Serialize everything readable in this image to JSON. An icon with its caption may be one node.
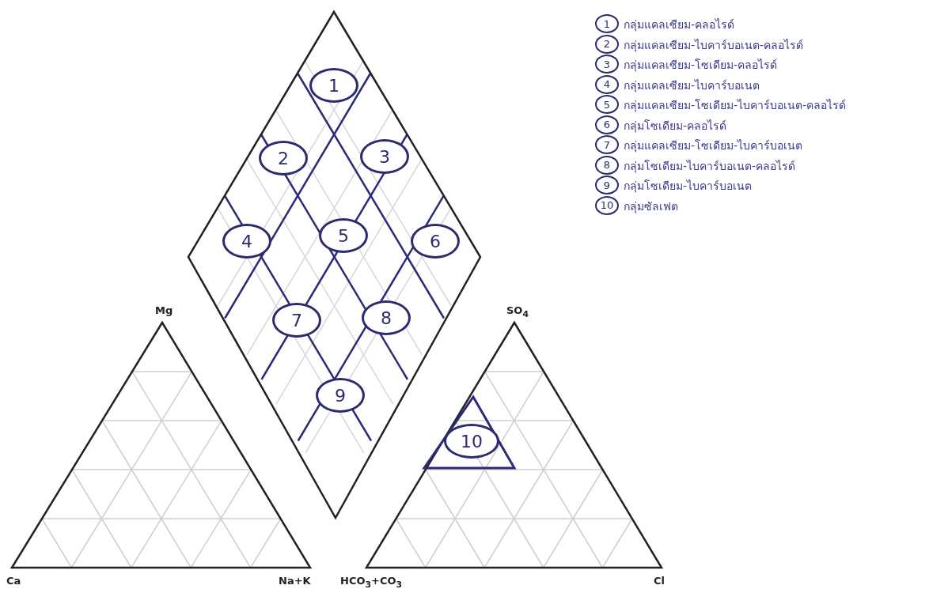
{
  "diagram": {
    "nodes": [
      {
        "text": [
          "1"
        ]
      },
      {
        "text": [
          "2"
        ]
      },
      {
        "text": [
          "3"
        ]
      },
      {
        "text": [
          "4"
        ]
      },
      {
        "text": [
          "5"
        ]
      },
      {
        "text": [
          "6"
        ]
      },
      {
        "text": [
          "7"
        ]
      },
      {
        "text": [
          "8"
        ]
      },
      {
        "text": [
          "9"
        ]
      },
      {
        "text": [
          "10"
        ]
      },
      {
        "text": [
          "1"
        ],
        "beside": [
          "กลุ่มแคลเซียม-คลอไรด์"
        ]
      },
      {
        "text": [
          "2"
        ],
        "beside": [
          "กลุ่มแคลเซียม-ไบคาร์บอเนต-คลอไรด์"
        ]
      },
      {
        "text": [
          "3"
        ],
        "beside": [
          "กลุ่มแคลเซียม-โซเดียม-คลอไรด์"
        ]
      },
      {
        "text": [
          "4"
        ],
        "beside": [
          "กลุ่มแคลเซียม-ไบคาร์บอเนต"
        ]
      },
      {
        "text": [
          "5"
        ],
        "beside": [
          "กลุ่มแคลเซียม-โซเดียม-ไบคาร์บอเนต-คลอไรด์"
        ]
      },
      {
        "text": [
          "6"
        ],
        "beside": [
          "กลุ่มโซเดียม-คลอไรด์"
        ]
      },
      {
        "text": [
          "7"
        ],
        "beside": [
          "กลุ่มแคลเซียม-โซเดียม-ไบคาร์บอเนต"
        ]
      },
      {
        "text": [
          "8"
        ],
        "beside": [
          "กลุ่มโซเดียม-ไบคาร์บอเนต-คลอไรด์"
        ]
      },
      {
        "text": [
          "9"
        ],
        "beside": [
          "กลุ่มโซเดียม-ไบคาร์บอเนต"
        ]
      },
      {
        "text": [
          "10"
        ],
        "beside": [
          "กลุ่มซัลเฟต"
        ]
      }
    ],
    "labels": [
      "Mg",
      "SO$_{4}$",
      "Ca",
      "Na+K",
      "HCO$_{3}$+CO$_{3}$",
      "Cl"
    ]
  }
}
